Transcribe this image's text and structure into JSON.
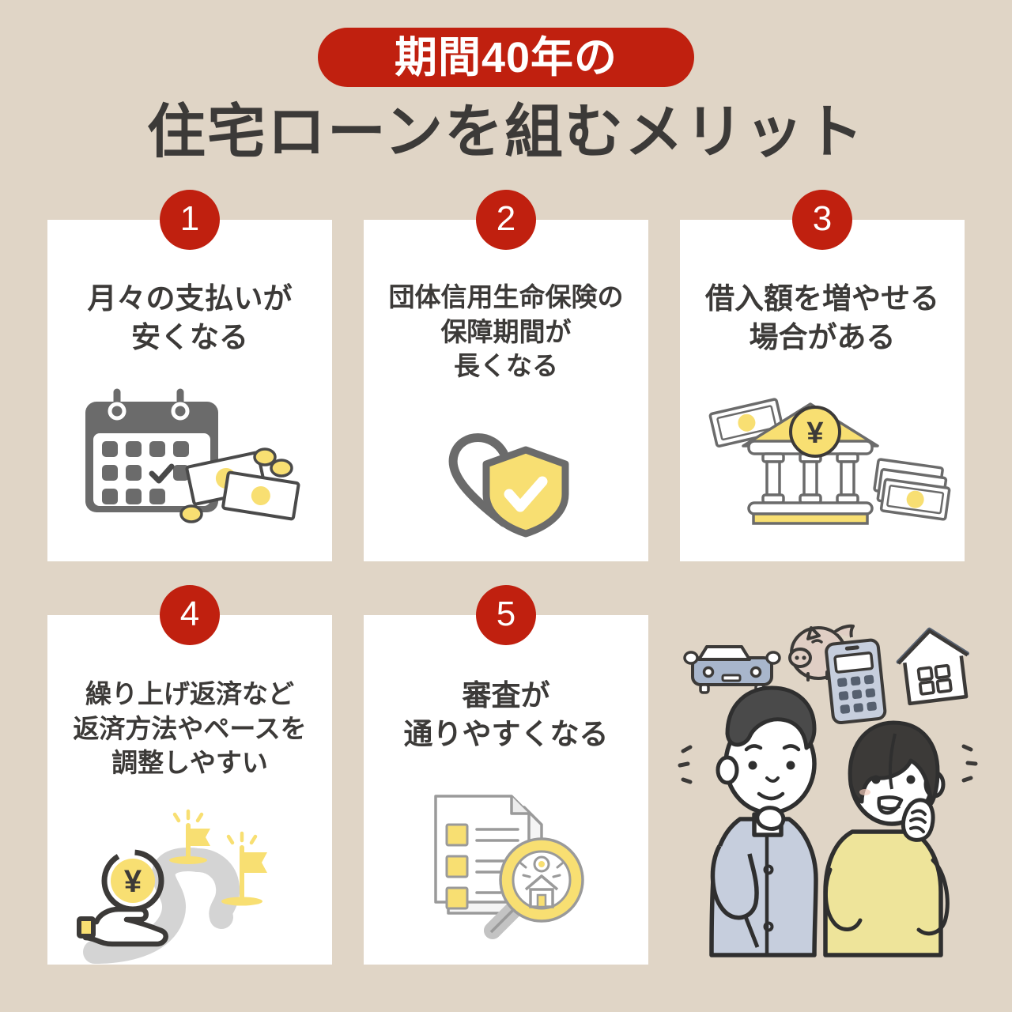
{
  "theme": {
    "background": "#e0d5c6",
    "card_background": "#ffffff",
    "accent_red": "#c0200f",
    "text_dark": "#3c3a38",
    "accent_yellow": "#f8df72",
    "icon_gray": "#6b6b6b",
    "shirt_blue": "#c6cedd",
    "sweater_yellow": "#eee49a"
  },
  "header": {
    "badge_label": "期間40年の",
    "title": "住宅ローンを組むメリット"
  },
  "cards": [
    {
      "number": "1",
      "lines": [
        "月々の支払いが",
        "安くなる"
      ],
      "icon": "calendar-with-money-icon"
    },
    {
      "number": "2",
      "lines": [
        "団体信用生命保険の",
        "保障期間が",
        "長くなる"
      ],
      "icon": "heart-shield-check-icon"
    },
    {
      "number": "3",
      "lines": [
        "借入額を増やせる",
        "場合がある"
      ],
      "icon": "bank-with-yen-and-bills-icon"
    },
    {
      "number": "4",
      "lines": [
        "繰り上げ返済など",
        "返済方法やペースを",
        "調整しやすい"
      ],
      "icon": "hand-yen-coin-road-flags-icon"
    },
    {
      "number": "5",
      "lines": [
        "審査が",
        "通りやすくなる"
      ],
      "icon": "document-magnifier-house-icon"
    }
  ],
  "illustration": {
    "name": "couple-thinking-illustration",
    "floating_icons": [
      "car-icon",
      "piggy-bank-icon",
      "calculator-icon",
      "house-icon"
    ],
    "people": [
      "man-thinking",
      "woman-thinking"
    ]
  }
}
